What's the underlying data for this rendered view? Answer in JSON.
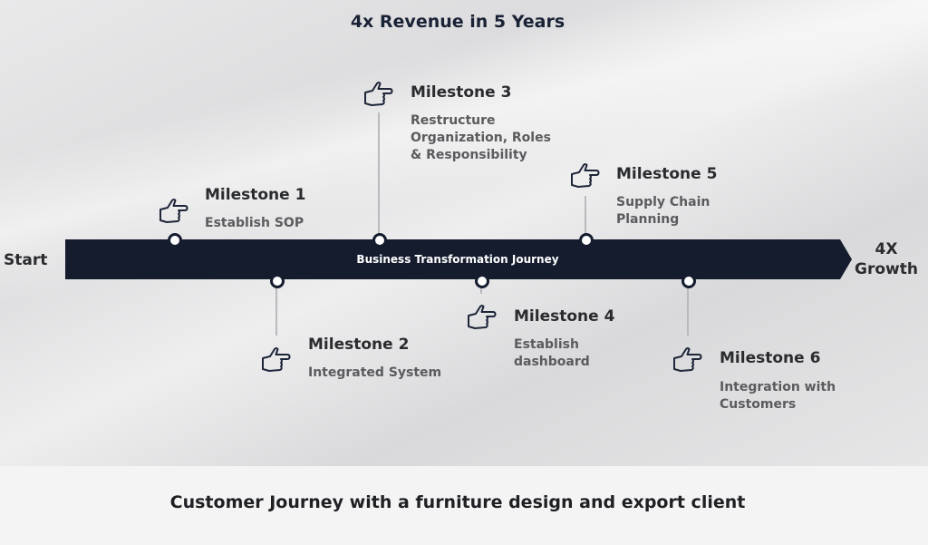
{
  "headline": "4x Revenue in 5 Years",
  "start_label": "Start",
  "end_label": [
    "4X",
    "Growth"
  ],
  "bar_label": "Business Transformation Journey",
  "milestones": [
    {
      "title": "Milestone 1",
      "desc": [
        "Establish SOP"
      ],
      "icon": "pointing-hand-icon"
    },
    {
      "title": "Milestone 2",
      "desc": [
        "Integrated System"
      ],
      "icon": "pointing-hand-icon"
    },
    {
      "title": "Milestone 3",
      "desc": [
        "Restructure",
        "Organization, Roles",
        "& Responsibility"
      ],
      "icon": "pointing-hand-icon"
    },
    {
      "title": "Milestone 4",
      "desc": [
        "Establish",
        "dashboard"
      ],
      "icon": "pointing-hand-icon"
    },
    {
      "title": "Milestone 5",
      "desc": [
        "Supply Chain",
        "Planning"
      ],
      "icon": "pointing-hand-icon"
    },
    {
      "title": "Milestone 6",
      "desc": [
        "Integration with",
        "Customers"
      ],
      "icon": "pointing-hand-icon"
    }
  ],
  "footer_title": "Customer Journey with a furniture design and export client",
  "colors": {
    "bar": "#141c2e",
    "stem": "#b9babd",
    "text": "#2a2b2e",
    "desc": "#5a5b5d"
  }
}
